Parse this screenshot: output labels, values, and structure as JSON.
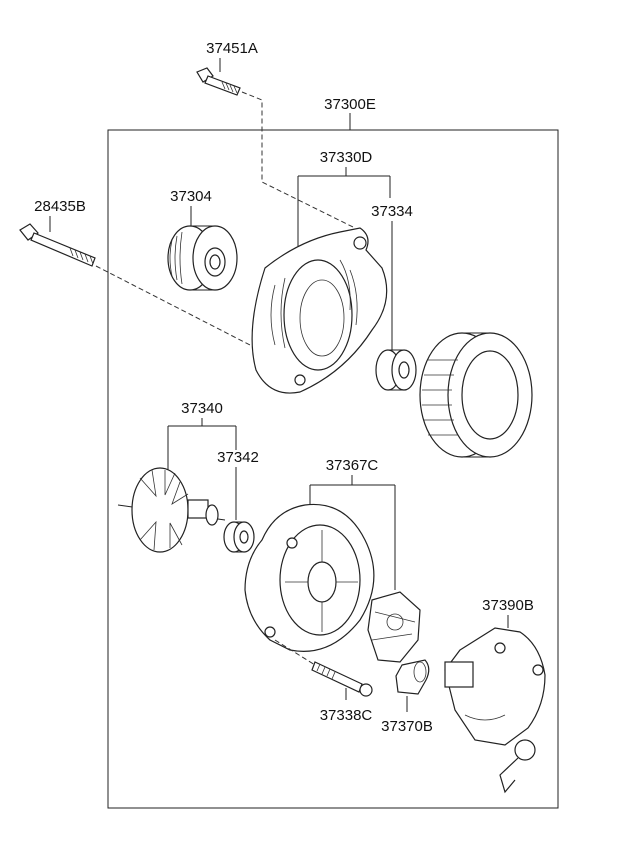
{
  "diagram": {
    "assembly_label": "37300E",
    "parts": [
      {
        "id": "bolt-top",
        "label": "37451A"
      },
      {
        "id": "front-bracket",
        "label": "37330D"
      },
      {
        "id": "pulley",
        "label": "37304"
      },
      {
        "id": "front-bearing",
        "label": "37334"
      },
      {
        "id": "through-bolt",
        "label": "28435B"
      },
      {
        "id": "rotor",
        "label": "37340"
      },
      {
        "id": "rear-bearing",
        "label": "37342"
      },
      {
        "id": "rear-bracket",
        "label": "37367C"
      },
      {
        "id": "rear-cover",
        "label": "37390B"
      },
      {
        "id": "rear-bolt",
        "label": "37338C"
      },
      {
        "id": "brush-holder",
        "label": "37370B"
      }
    ]
  }
}
